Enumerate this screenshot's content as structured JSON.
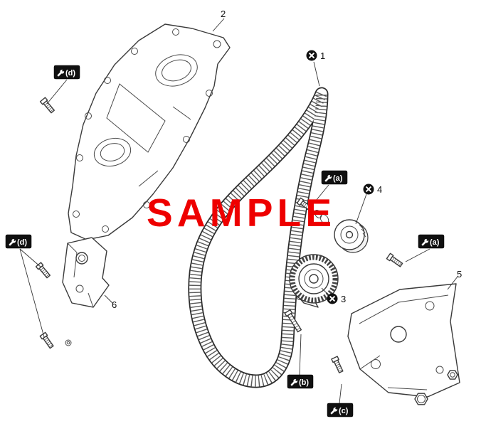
{
  "diagram": {
    "watermark": "SAMPLE",
    "callouts": {
      "belt": "1",
      "cover": "2",
      "tensioner": "3",
      "idler": "4",
      "bracket_right": "5",
      "bracket_left": "6"
    },
    "badges": {
      "top_left": "(d)",
      "mid_left": "(d)",
      "center": "(a)",
      "right": "(a)",
      "bottom_center": "(b)",
      "bottom_right": "(c)"
    },
    "colors": {
      "watermark_red": "#ee0000",
      "line_ink": "#3a3a3a",
      "badge_black": "#101010"
    }
  }
}
